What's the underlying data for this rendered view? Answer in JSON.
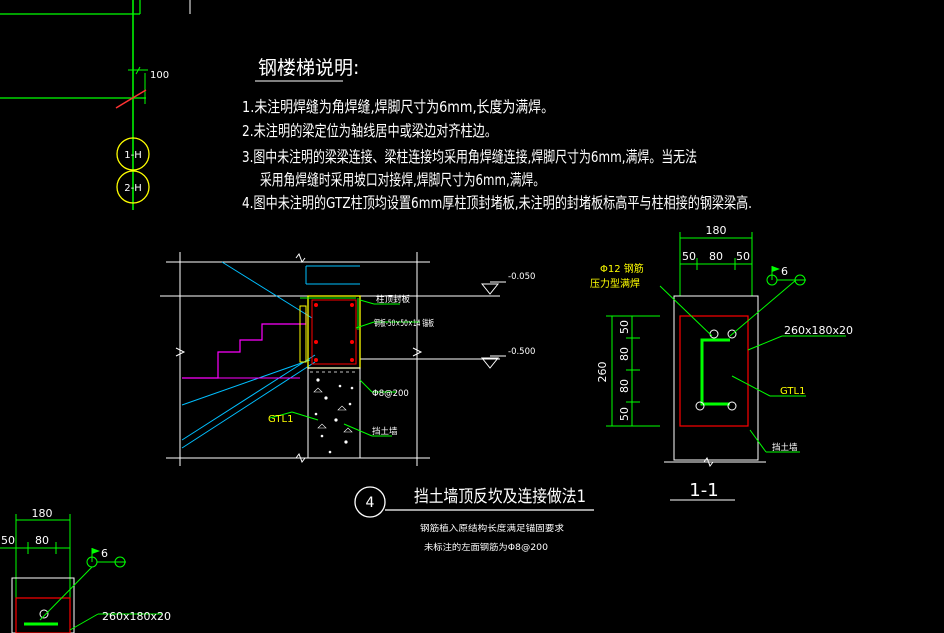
{
  "notes": {
    "title": "钢楼梯说明:",
    "lines": [
      "1.未注明焊缝为角焊缝,焊脚尺寸为6mm,长度为满焊。",
      "2.未注明的梁定位为轴线居中或梁边对齐柱边。",
      "3.图中未注明的梁梁连接、梁柱连接均采用角焊缝连接,焊脚尺寸为6mm,满焊。当无法",
      "采用角焊缝时采用坡口对接焊,焊脚尺寸为6mm,满焊。",
      "4.图中未注明的GTZ柱顶均设置6mm厚柱顶封堵板,未注明的封堵板标高平与柱相接的钢梁梁高."
    ]
  },
  "axis": {
    "dim": "100",
    "bubbles": [
      "1-H",
      "2-H"
    ]
  },
  "detail4": {
    "number": "4",
    "title": "挡土墙顶反坎及连接做法1",
    "note1": "钢筋植入原结构长度满足锚固要求",
    "note2": "未标注的左面钢筋为Φ8@200",
    "elev_top": "-0.050",
    "elev_bottom": "-0.500",
    "label_plate_top": "柱顶封板",
    "label_plate": "钢板-50×50×14 锚板",
    "label_rebar": "Φ8@200",
    "label_wall": "挡土墙",
    "label_gtl": "GTL1"
  },
  "section11": {
    "label": "1-1",
    "dim_total": "180",
    "dims_top": [
      "50",
      "80",
      "50"
    ],
    "dim_height": "260",
    "dims_side": [
      "50",
      "80",
      "80",
      "50"
    ],
    "rebar_note1": "Φ12 钢筋",
    "rebar_note2": "压力型满焊",
    "weld_size": "6",
    "plate": "260x180x20",
    "gtl": "GTL1",
    "wall": "挡土墙"
  },
  "corner_detail": {
    "dim_total": "180",
    "dims": [
      "50",
      "80"
    ],
    "weld_size": "6",
    "plate": "260x180x20"
  },
  "colors": {
    "background": "#000000",
    "text": "#ffffff",
    "axis": "#00ff00",
    "dim": "#00ff00",
    "weld": "#00ff00",
    "wall_yellow": "#ffff00",
    "plate_red": "#ff0000",
    "plate_magenta": "#ff00ff",
    "stair_cyan": "#00bfff",
    "leader": "#00ff00"
  }
}
